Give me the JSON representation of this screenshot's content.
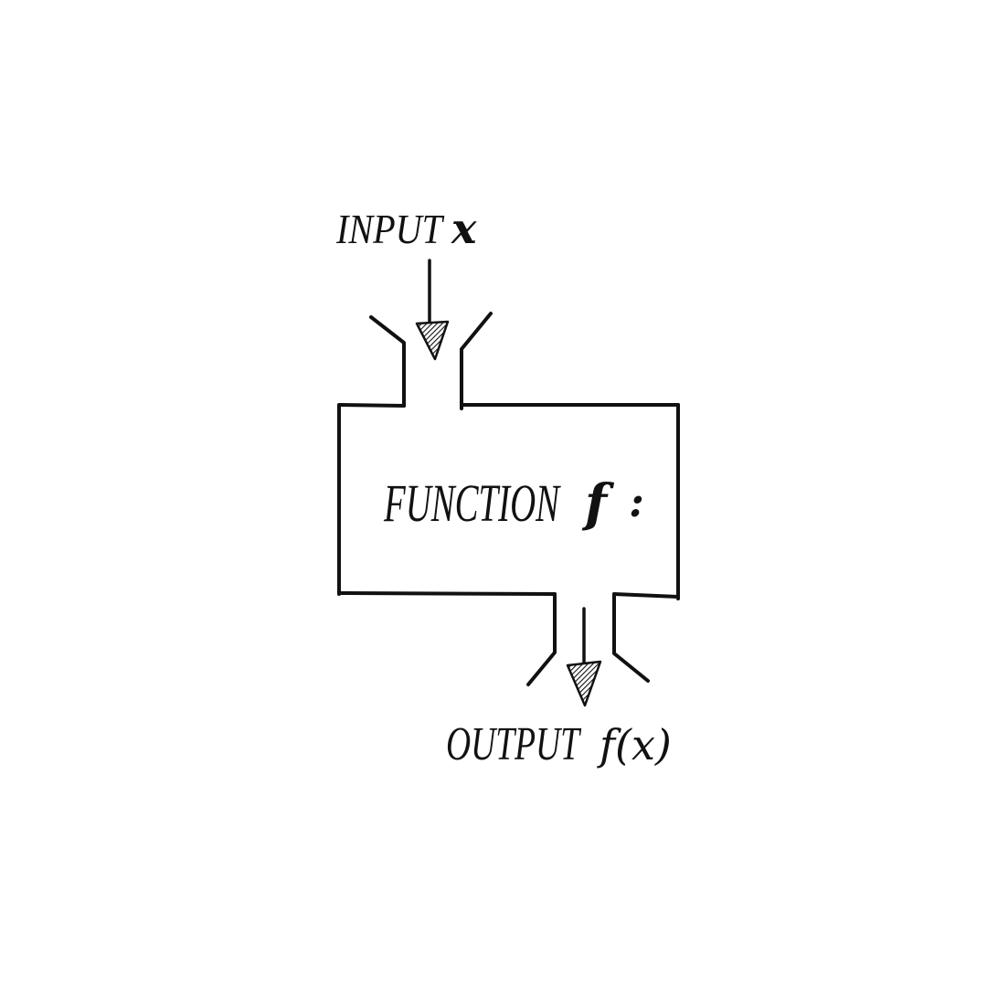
{
  "diagram": {
    "input_label": "INPUT",
    "input_var": "x",
    "function_label": "FUNCTION",
    "function_var": "f",
    "function_colon": ":",
    "output_label": "OUTPUT",
    "output_expr": "f(x)"
  },
  "colors": {
    "ink": "#111111",
    "background": "#ffffff"
  }
}
